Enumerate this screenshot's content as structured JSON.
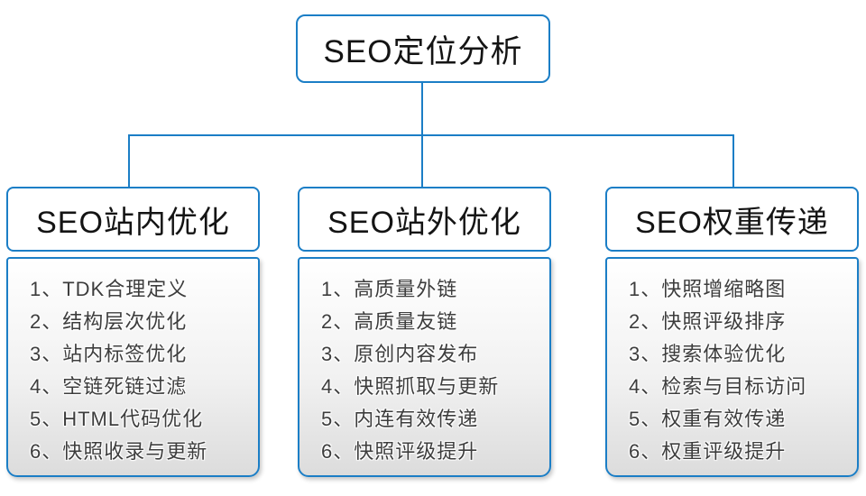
{
  "colors": {
    "line_blue": "#1b7ec6",
    "panel_gradient_top": "#ffffff",
    "panel_gradient_bottom": "#dcdcdc",
    "text_dark": "#141414",
    "item_text": "#3d3d3d"
  },
  "root_label": "SEO定位分析",
  "branches": [
    {
      "title": "SEO站内优化",
      "items": [
        "1、TDK合理定义",
        "2、结构层次优化",
        "3、站内标签优化",
        "4、空链死链过滤",
        "5、HTML代码优化",
        "6、快照收录与更新"
      ]
    },
    {
      "title": "SEO站外优化",
      "items": [
        "1、高质量外链",
        "2、高质量友链",
        "3、原创内容发布",
        "4、快照抓取与更新",
        "5、内连有效传递",
        "6、快照评级提升"
      ]
    },
    {
      "title": "SEO权重传递",
      "items": [
        "1、快照增缩略图",
        "2、快照评级排序",
        "3、搜索体验优化",
        "4、检索与目标访问",
        "5、权重有效传递",
        "6、权重评级提升"
      ]
    }
  ]
}
